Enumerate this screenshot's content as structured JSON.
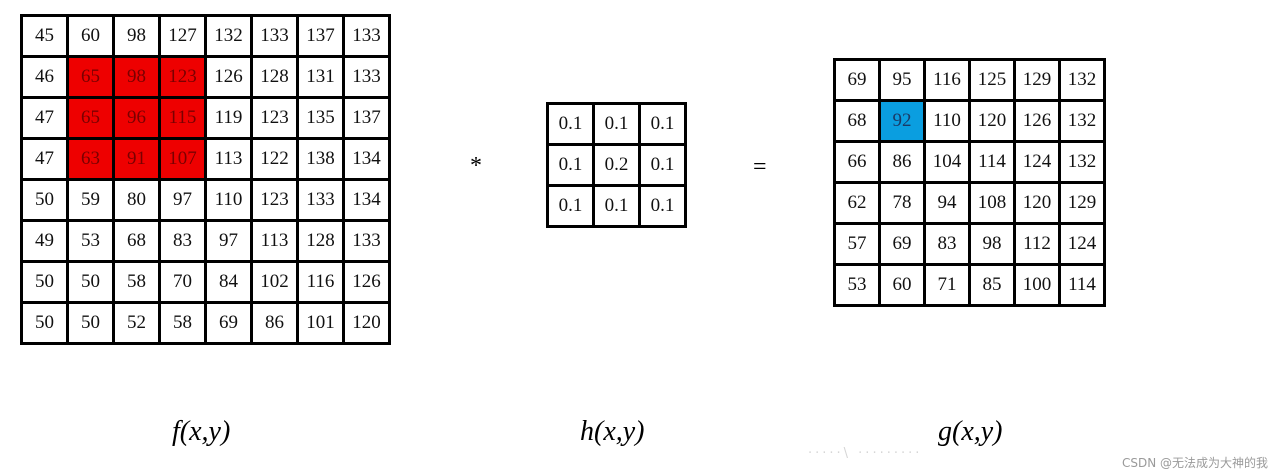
{
  "matrix_f": {
    "rows": [
      [
        "45",
        "60",
        "98",
        "127",
        "132",
        "133",
        "137",
        "133"
      ],
      [
        "46",
        "65",
        "98",
        "123",
        "126",
        "128",
        "131",
        "133"
      ],
      [
        "47",
        "65",
        "96",
        "115",
        "119",
        "123",
        "135",
        "137"
      ],
      [
        "47",
        "63",
        "91",
        "107",
        "113",
        "122",
        "138",
        "134"
      ],
      [
        "50",
        "59",
        "80",
        "97",
        "110",
        "123",
        "133",
        "134"
      ],
      [
        "49",
        "53",
        "68",
        "83",
        "97",
        "113",
        "128",
        "133"
      ],
      [
        "50",
        "50",
        "58",
        "70",
        "84",
        "102",
        "116",
        "126"
      ],
      [
        "50",
        "50",
        "52",
        "58",
        "69",
        "86",
        "101",
        "120"
      ]
    ],
    "highlight": {
      "row_start": 1,
      "row_end": 3,
      "col_start": 1,
      "col_end": 3,
      "color": "#ee0000"
    }
  },
  "matrix_h": {
    "rows": [
      [
        "0.1",
        "0.1",
        "0.1"
      ],
      [
        "0.1",
        "0.2",
        "0.1"
      ],
      [
        "0.1",
        "0.1",
        "0.1"
      ]
    ]
  },
  "matrix_g": {
    "rows": [
      [
        "69",
        "95",
        "116",
        "125",
        "129",
        "132"
      ],
      [
        "68",
        "92",
        "110",
        "120",
        "126",
        "132"
      ],
      [
        "66",
        "86",
        "104",
        "114",
        "124",
        "132"
      ],
      [
        "62",
        "78",
        "94",
        "108",
        "120",
        "129"
      ],
      [
        "57",
        "69",
        "83",
        "98",
        "112",
        "124"
      ],
      [
        "53",
        "60",
        "71",
        "85",
        "100",
        "114"
      ]
    ],
    "highlight": {
      "row": 1,
      "col": 1,
      "color": "#0a9ee0"
    }
  },
  "operators": {
    "convolve": "*",
    "equals": "="
  },
  "labels": {
    "f": "f(x,y)",
    "h": "h(x,y)",
    "g": "g(x,y)"
  },
  "watermark": "CSDN @无法成为大神的我",
  "faint_text": "·····\\ ·········"
}
